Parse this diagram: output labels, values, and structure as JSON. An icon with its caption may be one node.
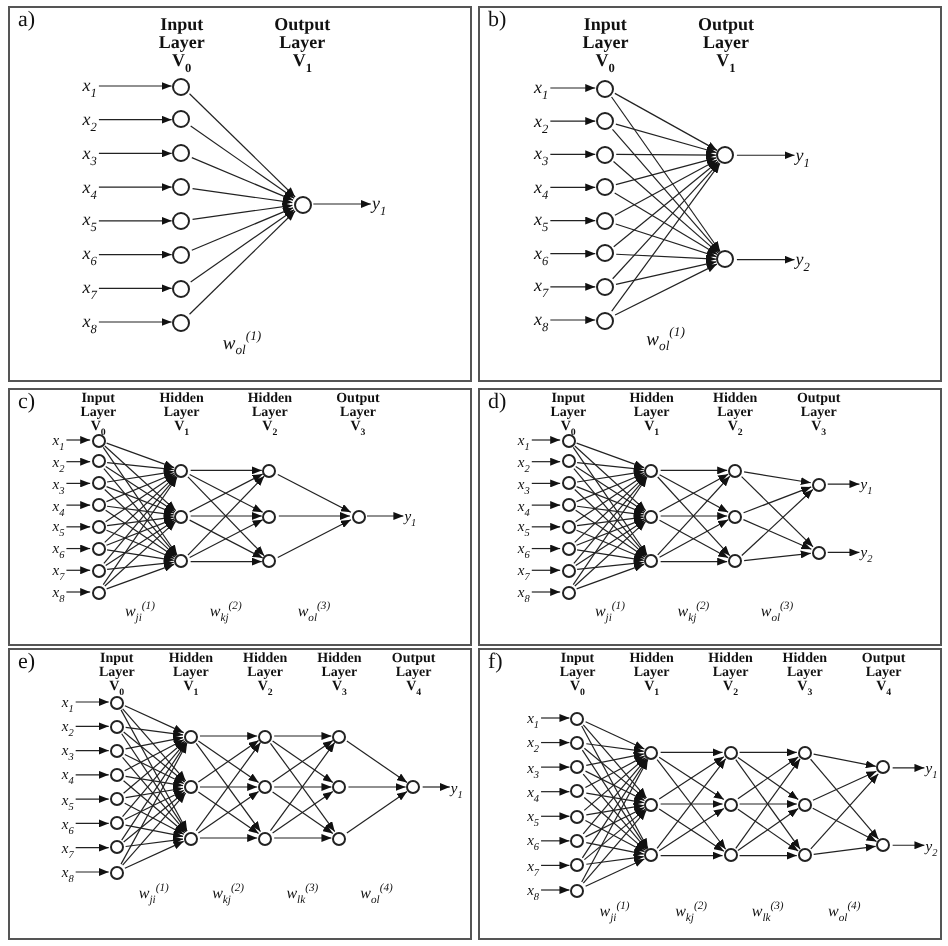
{
  "diagram": {
    "nodes": [
      {
        "text": [
          "a)"
        ]
      },
      {
        "text": [
          "x$_{1}$"
        ],
        "in": 0
      },
      {
        "text": [
          "x$_{2}$"
        ],
        "in": 0
      },
      {
        "text": [
          "x$_{3}$"
        ],
        "in": 0
      },
      {
        "text": [
          "x$_{4}$"
        ],
        "in": 0
      },
      {
        "text": [
          "x$_{5}$"
        ],
        "in": 0
      },
      {
        "text": [
          "x$_{6}$"
        ],
        "in": 0
      },
      {
        "text": [
          "x$_{7}$"
        ],
        "in": 0
      },
      {
        "text": [
          "x$_{8}$"
        ],
        "in": 0
      },
      {
        "text": [],
        "shape": "circle",
        "in": 0
      },
      {
        "text": [],
        "shape": "circle",
        "in": 0
      },
      {
        "text": [],
        "shape": "circle",
        "in": 0
      },
      {
        "text": [],
        "shape": "circle",
        "in": 0
      },
      {
        "text": [],
        "shape": "circle",
        "in": 0
      },
      {
        "text": [],
        "shape": "circle",
        "in": 0
      },
      {
        "text": [],
        "shape": "circle",
        "in": 0
      },
      {
        "text": [],
        "shape": "circle",
        "in": 0
      },
      {
        "text": [],
        "shape": "circle",
        "in": 0
      },
      {
        "text": [
          "y$_{1}$"
        ],
        "in": 0
      },
      {
        "text": [
          "b)"
        ]
      },
      {
        "text": [
          "x$_{1}$"
        ],
        "in": 19
      },
      {
        "text": [
          "x$_{2}$"
        ],
        "in": 19
      },
      {
        "text": [
          "x$_{3}$"
        ],
        "in": 19
      },
      {
        "text": [
          "x$_{4}$"
        ],
        "in": 19
      },
      {
        "text": [
          "x$_{5}$"
        ],
        "in": 19
      },
      {
        "text": [
          "x$_{6}$"
        ],
        "in": 19
      },
      {
        "text": [
          "x$_{7}$"
        ],
        "in": 19
      },
      {
        "text": [
          "x$_{8}$"
        ],
        "in": 19
      },
      {
        "text": [],
        "shape": "circle",
        "in": 19
      },
      {
        "text": [],
        "shape": "circle",
        "in": 19
      },
      {
        "text": [],
        "shape": "circle",
        "in": 19
      },
      {
        "text": [],
        "shape": "circle",
        "in": 19
      },
      {
        "text": [],
        "shape": "circle",
        "in": 19
      },
      {
        "text": [],
        "shape": "circle",
        "in": 19
      },
      {
        "text": [],
        "shape": "circle",
        "in": 19
      },
      {
        "text": [],
        "shape": "circle",
        "in": 19
      },
      {
        "text": [],
        "shape": "circle",
        "in": 19
      },
      {
        "text": [],
        "shape": "circle",
        "in": 19
      },
      {
        "text": [
          "y$_{1}$"
        ],
        "in": 19
      },
      {
        "text": [
          "y$_{2}$"
        ],
        "in": 19
      },
      {
        "text": [
          "c)"
        ]
      },
      {
        "text": [
          "x$_{1}$"
        ],
        "in": 40
      },
      {
        "text": [
          "x$_{2}$"
        ],
        "in": 40
      },
      {
        "text": [
          "x$_{3}$"
        ],
        "in": 40
      },
      {
        "text": [
          "x$_{4}$"
        ],
        "in": 40
      },
      {
        "text": [
          "x$_{5}$"
        ],
        "in": 40
      },
      {
        "text": [
          "x$_{6}$"
        ],
        "in": 40
      },
      {
        "text": [
          "x$_{7}$"
        ],
        "in": 40
      },
      {
        "text": [
          "x$_{8}$"
        ],
        "in": 40
      },
      {
        "text": [],
        "shape": "circle",
        "in": 40
      },
      {
        "text": [],
        "shape": "circle",
        "in": 40
      },
      {
        "text": [],
        "shape": "circle",
        "in": 40
      },
      {
        "text": [],
        "shape": "circle",
        "in": 40
      },
      {
        "text": [],
        "shape": "circle",
        "in": 40
      },
      {
        "text": [],
        "shape": "circle",
        "in": 40
      },
      {
        "text": [],
        "shape": "circle",
        "in": 40
      },
      {
        "text": [],
        "shape": "circle",
        "in": 40
      },
      {
        "text": [],
        "shape": "circle",
        "in": 40
      },
      {
        "text": [],
        "shape": "circle",
        "in": 40
      },
      {
        "text": [],
        "shape": "circle",
        "in": 40
      },
      {
        "text": [],
        "shape": "circle",
        "in": 40
      },
      {
        "text": [],
        "shape": "circle",
        "in": 40
      },
      {
        "text": [],
        "shape": "circle",
        "in": 40
      },
      {
        "text": [],
        "shape": "circle",
        "in": 40
      },
      {
        "text": [
          "y$_{1}$"
        ],
        "in": 40
      },
      {
        "text": [
          "d)"
        ]
      },
      {
        "text": [
          "x$_{1}$"
        ],
        "in": 65
      },
      {
        "text": [
          "x$_{2}$"
        ],
        "in": 65
      },
      {
        "text": [
          "x$_{3}$"
        ],
        "in": 65
      },
      {
        "text": [
          "x$_{4}$"
        ],
        "in": 65
      },
      {
        "text": [
          "x$_{5}$"
        ],
        "in": 65
      },
      {
        "text": [
          "x$_{6}$"
        ],
        "in": 65
      },
      {
        "text": [
          "x$_{7}$"
        ],
        "in": 65
      },
      {
        "text": [
          "x$_{8}$"
        ],
        "in": 65
      },
      {
        "text": [],
        "shape": "circle",
        "in": 65
      },
      {
        "text": [],
        "shape": "circle",
        "in": 65
      },
      {
        "text": [],
        "shape": "circle",
        "in": 65
      },
      {
        "text": [],
        "shape": "circle",
        "in": 65
      },
      {
        "text": [],
        "shape": "circle",
        "in": 65
      },
      {
        "text": [],
        "shape": "circle",
        "in": 65
      },
      {
        "text": [],
        "shape": "circle",
        "in": 65
      },
      {
        "text": [],
        "shape": "circle",
        "in": 65
      },
      {
        "text": [],
        "shape": "circle",
        "in": 65
      },
      {
        "text": [],
        "shape": "circle",
        "in": 65
      },
      {
        "text": [],
        "shape": "circle",
        "in": 65
      },
      {
        "text": [],
        "shape": "circle",
        "in": 65
      },
      {
        "text": [],
        "shape": "circle",
        "in": 65
      },
      {
        "text": [],
        "shape": "circle",
        "in": 65
      },
      {
        "text": [],
        "shape": "circle",
        "in": 65
      },
      {
        "text": [],
        "shape": "circle",
        "in": 65
      },
      {
        "text": [
          "y$_{1}$"
        ],
        "in": 65
      },
      {
        "text": [
          "y$_{2}$"
        ],
        "in": 65
      },
      {
        "text": [
          "e)"
        ]
      },
      {
        "text": [
          "x$_{1}$"
        ],
        "in": 92
      },
      {
        "text": [
          "x$_{2}$"
        ],
        "in": 92
      },
      {
        "text": [
          "x$_{3}$"
        ],
        "in": 92
      },
      {
        "text": [
          "x$_{4}$"
        ],
        "in": 92
      },
      {
        "text": [
          "x$_{5}$"
        ],
        "in": 92
      },
      {
        "text": [
          "x$_{6}$"
        ],
        "in": 92
      },
      {
        "text": [
          "x$_{7}$"
        ],
        "in": 92
      },
      {
        "text": [
          "x$_{8}$"
        ],
        "in": 92
      },
      {
        "text": [],
        "shape": "circle",
        "in": 92
      },
      {
        "text": [],
        "shape": "circle",
        "in": 92
      },
      {
        "text": [],
        "shape": "circle",
        "in": 92
      },
      {
        "text": [],
        "shape": "circle",
        "in": 92
      },
      {
        "text": [],
        "shape": "circle",
        "in": 92
      },
      {
        "text": [],
        "shape": "circle",
        "in": 92
      },
      {
        "text": [],
        "shape": "circle",
        "in": 92
      },
      {
        "text": [],
        "shape": "circle",
        "in": 92
      },
      {
        "text": [],
        "shape": "circle",
        "in": 92
      },
      {
        "text": [],
        "shape": "circle",
        "in": 92
      },
      {
        "text": [],
        "shape": "circle",
        "in": 92
      },
      {
        "text": [],
        "shape": "circle",
        "in": 92
      },
      {
        "text": [],
        "shape": "circle",
        "in": 92
      },
      {
        "text": [],
        "shape": "circle",
        "in": 92
      },
      {
        "text": [],
        "shape": "circle",
        "in": 92
      },
      {
        "text": [],
        "shape": "circle",
        "in": 92
      },
      {
        "text": [],
        "shape": "circle",
        "in": 92
      },
      {
        "text": [],
        "shape": "circle",
        "in": 92
      },
      {
        "text": [
          "y$_{1}$"
        ],
        "in": 92
      },
      {
        "text": [
          "f)"
        ]
      },
      {
        "text": [
          "x$_{1}$"
        ],
        "in": 120
      },
      {
        "text": [
          "x$_{2}$"
        ],
        "in": 120
      },
      {
        "text": [
          "x$_{3}$"
        ],
        "in": 120
      },
      {
        "text": [
          "x$_{4}$"
        ],
        "in": 120
      },
      {
        "text": [
          "x$_{5}$"
        ],
        "in": 120
      },
      {
        "text": [
          "x$_{6}$"
        ],
        "in": 120
      },
      {
        "text": [
          "x$_{7}$"
        ],
        "in": 120
      },
      {
        "text": [
          "x$_{8}$"
        ],
        "in": 120
      },
      {
        "text": [],
        "shape": "circle",
        "in": 120
      },
      {
        "text": [],
        "shape": "circle",
        "in": 120
      },
      {
        "text": [],
        "shape": "circle",
        "in": 120
      },
      {
        "text": [],
        "shape": "circle",
        "in": 120
      },
      {
        "text": [],
        "shape": "circle",
        "in": 120
      },
      {
        "text": [],
        "shape": "circle",
        "in": 120
      },
      {
        "text": [],
        "shape": "circle",
        "in": 120
      },
      {
        "text": [],
        "shape": "circle",
        "in": 120
      },
      {
        "text": [],
        "shape": "circle",
        "in": 120
      },
      {
        "text": [],
        "shape": "circle",
        "in": 120
      },
      {
        "text": [],
        "shape": "circle",
        "in": 120
      },
      {
        "text": [],
        "shape": "circle",
        "in": 120
      },
      {
        "text": [],
        "shape": "circle",
        "in": 120
      },
      {
        "text": [],
        "shape": "circle",
        "in": 120
      },
      {
        "text": [],
        "shape": "circle",
        "in": 120
      },
      {
        "text": [],
        "shape": "circle",
        "in": 120
      },
      {
        "text": [],
        "shape": "circle",
        "in": 120
      },
      {
        "text": [],
        "shape": "circle",
        "in": 120
      },
      {
        "text": [],
        "shape": "circle",
        "in": 120
      },
      {
        "text": [
          "y$_{1}$"
        ],
        "in": 120
      },
      {
        "text": [
          "y$_{2}$"
        ],
        "in": 120
      }
    ],
    "edges": [
      {
        "from": 1,
        "to": 9,
        "arrow": "to"
      },
      {
        "from": 2,
        "to": 10,
        "arrow": "to"
      },
      {
        "from": 3,
        "to": 11,
        "arrow": "to"
      },
      {
        "from": 4,
        "to": 12,
        "arrow": "to"
      },
      {
        "from": 5,
        "to": 13,
        "arrow": "to"
      },
      {
        "from": 6,
        "to": 14,
        "arrow": "to"
      },
      {
        "from": 7,
        "to": 15,
        "arrow": "to"
      },
      {
        "from": 8,
        "to": 16,
        "arrow": "to"
      },
      {
        "from": 9,
        "to": 17,
        "arrow": "to"
      },
      {
        "from": 10,
        "to": 17,
        "arrow": "to"
      },
      {
        "from": 11,
        "to": 17,
        "arrow": "to"
      },
      {
        "from": 12,
        "to": 17,
        "arrow": "to"
      },
      {
        "from": 13,
        "to": 17,
        "arrow": "to"
      },
      {
        "from": 14,
        "to": 17,
        "arrow": "to"
      },
      {
        "from": 15,
        "to": 17,
        "arrow": "to"
      },
      {
        "from": 16,
        "to": 17,
        "arrow": "to"
      },
      {
        "from": 17,
        "to": 18,
        "arrow": "to"
      },
      {
        "from": 20,
        "to": 28,
        "arrow": "to"
      },
      {
        "from": 21,
        "to": 29,
        "arrow": "to"
      },
      {
        "from": 22,
        "to": 30,
        "arrow": "to"
      },
      {
        "from": 23,
        "to": 31,
        "arrow": "to"
      },
      {
        "from": 24,
        "to": 32,
        "arrow": "to"
      },
      {
        "from": 25,
        "to": 33,
        "arrow": "to"
      },
      {
        "from": 26,
        "to": 34,
        "arrow": "to"
      },
      {
        "from": 27,
        "to": 35,
        "arrow": "to"
      },
      {
        "from": 28,
        "to": 36,
        "arrow": "to"
      },
      {
        "from": 28,
        "to": 37,
        "arrow": "to"
      },
      {
        "from": 29,
        "to": 36,
        "arrow": "to"
      },
      {
        "from": 29,
        "to": 37,
        "arrow": "to"
      },
      {
        "from": 30,
        "to": 36,
        "arrow": "to"
      },
      {
        "from": 30,
        "to": 37,
        "arrow": "to"
      },
      {
        "from": 31,
        "to": 36,
        "arrow": "to"
      },
      {
        "from": 31,
        "to": 37,
        "arrow": "to"
      },
      {
        "from": 32,
        "to": 36,
        "arrow": "to"
      },
      {
        "from": 32,
        "to": 37,
        "arrow": "to"
      },
      {
        "from": 33,
        "to": 36,
        "arrow": "to"
      },
      {
        "from": 33,
        "to": 37,
        "arrow": "to"
      },
      {
        "from": 34,
        "to": 36,
        "arrow": "to"
      },
      {
        "from": 34,
        "to": 37,
        "arrow": "to"
      },
      {
        "from": 35,
        "to": 36,
        "arrow": "to"
      },
      {
        "from": 35,
        "to": 37,
        "arrow": "to"
      },
      {
        "from": 36,
        "to": 38,
        "arrow": "to"
      },
      {
        "from": 37,
        "to": 39,
        "arrow": "to"
      },
      {
        "from": 41,
        "to": 49,
        "arrow": "to"
      },
      {
        "from": 42,
        "to": 50,
        "arrow": "to"
      },
      {
        "from": 43,
        "to": 51,
        "arrow": "to"
      },
      {
        "from": 44,
        "to": 52,
        "arrow": "to"
      },
      {
        "from": 45,
        "to": 53,
        "arrow": "to"
      },
      {
        "from": 46,
        "to": 54,
        "arrow": "to"
      },
      {
        "from": 47,
        "to": 55,
        "arrow": "to"
      },
      {
        "from": 48,
        "to": 56,
        "arrow": "to"
      },
      {
        "from": 49,
        "to": 57,
        "arrow": "to"
      },
      {
        "from": 49,
        "to": 58,
        "arrow": "to"
      },
      {
        "from": 49,
        "to": 59,
        "arrow": "to"
      },
      {
        "from": 50,
        "to": 57,
        "arrow": "to"
      },
      {
        "from": 50,
        "to": 58,
        "arrow": "to"
      },
      {
        "from": 50,
        "to": 59,
        "arrow": "to"
      },
      {
        "from": 51,
        "to": 57,
        "arrow": "to"
      },
      {
        "from": 51,
        "to": 58,
        "arrow": "to"
      },
      {
        "from": 51,
        "to": 59,
        "arrow": "to"
      },
      {
        "from": 52,
        "to": 57,
        "arrow": "to"
      },
      {
        "from": 52,
        "to": 58,
        "arrow": "to"
      },
      {
        "from": 52,
        "to": 59,
        "arrow": "to"
      },
      {
        "from": 53,
        "to": 57,
        "arrow": "to"
      },
      {
        "from": 53,
        "to": 58,
        "arrow": "to"
      },
      {
        "from": 53,
        "to": 59,
        "arrow": "to"
      },
      {
        "from": 54,
        "to": 57,
        "arrow": "to"
      },
      {
        "from": 54,
        "to": 58,
        "arrow": "to"
      },
      {
        "from": 54,
        "to": 59,
        "arrow": "to"
      },
      {
        "from": 55,
        "to": 57,
        "arrow": "to"
      },
      {
        "from": 55,
        "to": 58,
        "arrow": "to"
      },
      {
        "from": 55,
        "to": 59,
        "arrow": "to"
      },
      {
        "from": 56,
        "to": 57,
        "arrow": "to"
      },
      {
        "from": 56,
        "to": 58,
        "arrow": "to"
      },
      {
        "from": 56,
        "to": 59,
        "arrow": "to"
      },
      {
        "from": 57,
        "to": 60,
        "arrow": "to"
      },
      {
        "from": 57,
        "to": 61,
        "arrow": "to"
      },
      {
        "from": 57,
        "to": 62,
        "arrow": "to"
      },
      {
        "from": 58,
        "to": 60,
        "arrow": "to"
      },
      {
        "from": 58,
        "to": 61,
        "arrow": "to"
      },
      {
        "from": 58,
        "to": 62,
        "arrow": "to"
      },
      {
        "from": 59,
        "to": 60,
        "arrow": "to"
      },
      {
        "from": 59,
        "to": 61,
        "arrow": "to"
      },
      {
        "from": 59,
        "to": 62,
        "arrow": "to"
      },
      {
        "from": 60,
        "to": 63,
        "arrow": "to"
      },
      {
        "from": 61,
        "to": 63,
        "arrow": "to"
      },
      {
        "from": 62,
        "to": 63,
        "arrow": "to"
      },
      {
        "from": 63,
        "to": 64,
        "arrow": "to"
      },
      {
        "from": 66,
        "to": 74,
        "arrow": "to"
      },
      {
        "from": 67,
        "to": 75,
        "arrow": "to"
      },
      {
        "from": 68,
        "to": 76,
        "arrow": "to"
      },
      {
        "from": 69,
        "to": 77,
        "arrow": "to"
      },
      {
        "from": 70,
        "to": 78,
        "arrow": "to"
      },
      {
        "from": 71,
        "to": 79,
        "arrow": "to"
      },
      {
        "from": 72,
        "to": 80,
        "arrow": "to"
      },
      {
        "from": 73,
        "to": 81,
        "arrow": "to"
      },
      {
        "from": 74,
        "to": 82,
        "arrow": "to"
      },
      {
        "from": 74,
        "to": 83,
        "arrow": "to"
      },
      {
        "from": 74,
        "to": 84,
        "arrow": "to"
      },
      {
        "from": 75,
        "to": 82,
        "arrow": "to"
      },
      {
        "from": 75,
        "to": 83,
        "arrow": "to"
      },
      {
        "from": 75,
        "to": 84,
        "arrow": "to"
      },
      {
        "from": 76,
        "to": 82,
        "arrow": "to"
      },
      {
        "from": 76,
        "to": 83,
        "arrow": "to"
      },
      {
        "from": 76,
        "to": 84,
        "arrow": "to"
      },
      {
        "from": 77,
        "to": 82,
        "arrow": "to"
      },
      {
        "from": 77,
        "to": 83,
        "arrow": "to"
      },
      {
        "from": 77,
        "to": 84,
        "arrow": "to"
      },
      {
        "from": 78,
        "to": 82,
        "arrow": "to"
      },
      {
        "from": 78,
        "to": 83,
        "arrow": "to"
      },
      {
        "from": 78,
        "to": 84,
        "arrow": "to"
      },
      {
        "from": 79,
        "to": 82,
        "arrow": "to"
      },
      {
        "from": 79,
        "to": 83,
        "arrow": "to"
      },
      {
        "from": 79,
        "to": 84,
        "arrow": "to"
      },
      {
        "from": 80,
        "to": 82,
        "arrow": "to"
      },
      {
        "from": 80,
        "to": 83,
        "arrow": "to"
      },
      {
        "from": 80,
        "to": 84,
        "arrow": "to"
      },
      {
        "from": 81,
        "to": 82,
        "arrow": "to"
      },
      {
        "from": 81,
        "to": 83,
        "arrow": "to"
      },
      {
        "from": 81,
        "to": 84,
        "arrow": "to"
      },
      {
        "from": 82,
        "to": 85,
        "arrow": "to"
      },
      {
        "from": 82,
        "to": 86,
        "arrow": "to"
      },
      {
        "from": 82,
        "to": 87,
        "arrow": "to"
      },
      {
        "from": 83,
        "to": 85,
        "arrow": "to"
      },
      {
        "from": 83,
        "to": 86,
        "arrow": "to"
      },
      {
        "from": 83,
        "to": 87,
        "arrow": "to"
      },
      {
        "from": 84,
        "to": 85,
        "arrow": "to"
      },
      {
        "from": 84,
        "to": 86,
        "arrow": "to"
      },
      {
        "from": 84,
        "to": 87,
        "arrow": "to"
      },
      {
        "from": 85,
        "to": 88,
        "arrow": "to"
      },
      {
        "from": 85,
        "to": 89,
        "arrow": "to"
      },
      {
        "from": 86,
        "to": 88,
        "arrow": "to"
      },
      {
        "from": 86,
        "to": 89,
        "arrow": "to"
      },
      {
        "from": 87,
        "to": 88,
        "arrow": "to"
      },
      {
        "from": 87,
        "to": 89,
        "arrow": "to"
      },
      {
        "from": 88,
        "to": 90,
        "arrow": "to"
      },
      {
        "from": 89,
        "to": 91,
        "arrow": "to"
      },
      {
        "from": 93,
        "to": 101,
        "arrow": "to"
      },
      {
        "from": 94,
        "to": 102,
        "arrow": "to"
      },
      {
        "from": 95,
        "to": 103,
        "arrow": "to"
      },
      {
        "from": 96,
        "to": 104,
        "arrow": "to"
      },
      {
        "from": 97,
        "to": 105,
        "arrow": "to"
      },
      {
        "from": 98,
        "to": 106,
        "arrow": "to"
      },
      {
        "from": 99,
        "to": 107,
        "arrow": "to"
      },
      {
        "from": 100,
        "to": 108,
        "arrow": "to"
      },
      {
        "from": 101,
        "to": 109,
        "arrow": "to"
      },
      {
        "from": 101,
        "to": 110,
        "arrow": "to"
      },
      {
        "from": 101,
        "to": 111,
        "arrow": "to"
      },
      {
        "from": 102,
        "to": 109,
        "arrow": "to"
      },
      {
        "from": 102,
        "to": 110,
        "arrow": "to"
      },
      {
        "from": 102,
        "to": 111,
        "arrow": "to"
      },
      {
        "from": 103,
        "to": 109,
        "arrow": "to"
      },
      {
        "from": 103,
        "to": 110,
        "arrow": "to"
      },
      {
        "from": 103,
        "to": 111,
        "arrow": "to"
      },
      {
        "from": 104,
        "to": 109,
        "arrow": "to"
      },
      {
        "from": 104,
        "to": 110,
        "arrow": "to"
      },
      {
        "from": 104,
        "to": 111,
        "arrow": "to"
      },
      {
        "from": 105,
        "to": 109,
        "arrow": "to"
      },
      {
        "from": 105,
        "to": 110,
        "arrow": "to"
      },
      {
        "from": 105,
        "to": 111,
        "arrow": "to"
      },
      {
        "from": 106,
        "to": 109,
        "arrow": "to"
      },
      {
        "from": 106,
        "to": 110,
        "arrow": "to"
      },
      {
        "from": 106,
        "to": 111,
        "arrow": "to"
      },
      {
        "from": 107,
        "to": 109,
        "arrow": "to"
      },
      {
        "from": 107,
        "to": 110,
        "arrow": "to"
      },
      {
        "from": 107,
        "to": 111,
        "arrow": "to"
      },
      {
        "from": 108,
        "to": 109,
        "arrow": "to"
      },
      {
        "from": 108,
        "to": 110,
        "arrow": "to"
      },
      {
        "from": 108,
        "to": 111,
        "arrow": "to"
      },
      {
        "from": 109,
        "to": 112,
        "arrow": "to"
      },
      {
        "from": 109,
        "to": 113,
        "arrow": "to"
      },
      {
        "from": 109,
        "to": 114,
        "arrow": "to"
      },
      {
        "from": 110,
        "to": 112,
        "arrow": "to"
      },
      {
        "from": 110,
        "to": 113,
        "arrow": "to"
      },
      {
        "from": 110,
        "to": 114,
        "arrow": "to"
      },
      {
        "from": 111,
        "to": 112,
        "arrow": "to"
      },
      {
        "from": 111,
        "to": 113,
        "arrow": "to"
      },
      {
        "from": 111,
        "to": 114,
        "arrow": "to"
      },
      {
        "from": 112,
        "to": 115,
        "arrow": "to"
      },
      {
        "from": 112,
        "to": 116,
        "arrow": "to"
      },
      {
        "from": 112,
        "to": 117,
        "arrow": "to"
      },
      {
        "from": 113,
        "to": 115,
        "arrow": "to"
      },
      {
        "from": 113,
        "to": 116,
        "arrow": "to"
      },
      {
        "from": 113,
        "to": 117,
        "arrow": "to"
      },
      {
        "from": 114,
        "to": 115,
        "arrow": "to"
      },
      {
        "from": 114,
        "to": 116,
        "arrow": "to"
      },
      {
        "from": 114,
        "to": 117,
        "arrow": "to"
      },
      {
        "from": 115,
        "to": 118,
        "arrow": "to"
      },
      {
        "from": 116,
        "to": 118,
        "arrow": "to"
      },
      {
        "from": 117,
        "to": 118,
        "arrow": "to"
      },
      {
        "from": 118,
        "to": 119,
        "arrow": "to"
      },
      {
        "from": 121,
        "to": 129,
        "arrow": "to"
      },
      {
        "from": 122,
        "to": 130,
        "arrow": "to"
      },
      {
        "from": 123,
        "to": 131,
        "arrow": "to"
      },
      {
        "from": 124,
        "to": 132,
        "arrow": "to"
      },
      {
        "from": 125,
        "to": 133,
        "arrow": "to"
      },
      {
        "from": 126,
        "to": 134,
        "arrow": "to"
      },
      {
        "from": 127,
        "to": 135,
        "arrow": "to"
      },
      {
        "from": 128,
        "to": 136,
        "arrow": "to"
      },
      {
        "from": 129,
        "to": 137,
        "arrow": "to"
      },
      {
        "from": 129,
        "to": 138,
        "arrow": "to"
      },
      {
        "from": 129,
        "to": 139,
        "arrow": "to"
      },
      {
        "from": 130,
        "to": 137,
        "arrow": "to"
      },
      {
        "from": 130,
        "to": 138,
        "arrow": "to"
      },
      {
        "from": 130,
        "to": 139,
        "arrow": "to"
      },
      {
        "from": 131,
        "to": 137,
        "arrow": "to"
      },
      {
        "from": 131,
        "to": 138,
        "arrow": "to"
      },
      {
        "from": 131,
        "to": 139,
        "arrow": "to"
      },
      {
        "from": 132,
        "to": 137,
        "arrow": "to"
      },
      {
        "from": 132,
        "to": 138,
        "arrow": "to"
      },
      {
        "from": 132,
        "to": 139,
        "arrow": "to"
      },
      {
        "from": 133,
        "to": 137,
        "arrow": "to"
      },
      {
        "from": 133,
        "to": 138,
        "arrow": "to"
      },
      {
        "from": 133,
        "to": 139,
        "arrow": "to"
      },
      {
        "from": 134,
        "to": 137,
        "arrow": "to"
      },
      {
        "from": 134,
        "to": 138,
        "arrow": "to"
      },
      {
        "from": 134,
        "to": 139,
        "arrow": "to"
      },
      {
        "from": 135,
        "to": 137,
        "arrow": "to"
      },
      {
        "from": 135,
        "to": 138,
        "arrow": "to"
      },
      {
        "from": 135,
        "to": 139,
        "arrow": "to"
      },
      {
        "from": 136,
        "to": 137,
        "arrow": "to"
      },
      {
        "from": 136,
        "to": 138,
        "arrow": "to"
      },
      {
        "from": 136,
        "to": 139,
        "arrow": "to"
      },
      {
        "from": 137,
        "to": 140,
        "arrow": "to"
      },
      {
        "from": 137,
        "to": 141,
        "arrow": "to"
      },
      {
        "from": 137,
        "to": 142,
        "arrow": "to"
      },
      {
        "from": 138,
        "to": 140,
        "arrow": "to"
      },
      {
        "from": 138,
        "to": 141,
        "arrow": "to"
      },
      {
        "from": 138,
        "to": 142,
        "arrow": "to"
      },
      {
        "from": 139,
        "to": 140,
        "arrow": "to"
      },
      {
        "from": 139,
        "to": 141,
        "arrow": "to"
      },
      {
        "from": 139,
        "to": 142,
        "arrow": "to"
      },
      {
        "from": 140,
        "to": 143,
        "arrow": "to"
      },
      {
        "from": 140,
        "to": 144,
        "arrow": "to"
      },
      {
        "from": 140,
        "to": 145,
        "arrow": "to"
      },
      {
        "from": 141,
        "to": 143,
        "arrow": "to"
      },
      {
        "from": 141,
        "to": 144,
        "arrow": "to"
      },
      {
        "from": 141,
        "to": 145,
        "arrow": "to"
      },
      {
        "from": 142,
        "to": 143,
        "arrow": "to"
      },
      {
        "from": 142,
        "to": 144,
        "arrow": "to"
      },
      {
        "from": 142,
        "to": 145,
        "arrow": "to"
      },
      {
        "from": 143,
        "to": 146,
        "arrow": "to"
      },
      {
        "from": 143,
        "to": 147,
        "arrow": "to"
      },
      {
        "from": 144,
        "to": 146,
        "arrow": "to"
      },
      {
        "from": 144,
        "to": 147,
        "arrow": "to"
      },
      {
        "from": 145,
        "to": 146,
        "arrow": "to"
      },
      {
        "from": 145,
        "to": 147,
        "arrow": "to"
      },
      {
        "from": 146,
        "to": 148,
        "arrow": "to"
      },
      {
        "from": 147,
        "to": 149,
        "arrow": "to"
      }
    ],
    "labels": [
      "Input Layer V$_{0}$",
      "Output Layer V$_{1}$",
      "w$_{ol}$$^{(1)}$",
      "Input Layer V$_{0}$",
      "Output Layer V$_{1}$",
      "w$_{ol}$$^{(1)}$",
      "Input Layer V$_{0}$",
      "Hidden Layer V$_{1}$",
      "Hidden Layer V$_{2}$",
      "Output Layer V$_{3}$",
      "w$_{ji}$$^{(1)}$",
      "w$_{kj}$$^{(2)}$",
      "w$_{ol}$$^{(3)}$",
      "Input Layer V$_{0}$",
      "Hidden Layer V$_{1}$",
      "Hidden Layer V$_{2}$",
      "Output Layer V$_{3}$",
      "w$_{ji}$$^{(1)}$",
      "w$_{kj}$$^{(2)}$",
      "w$_{ol}$$^{(3)}$",
      "Input Layer V$_{0}$",
      "Hidden Layer V$_{1}$",
      "Hidden Layer V$_{2}$",
      "Hidden Layer V$_{3}$",
      "Output Layer V$_{4}$",
      "w$_{ji}$$^{(1)}$",
      "w$_{kj}$$^{(2)}$",
      "w$_{lk}$$^{(3)}$",
      "w$_{ol}$$^{(4)}$",
      "Input Layer V$_{0}$",
      "Hidden Layer V$_{1}$",
      "Hidden Layer V$_{2}$",
      "Hidden Layer V$_{3}$",
      "Output Layer V$_{4}$",
      "w$_{ji}$$^{(1)}$",
      "w$_{kj}$$^{(2)}$",
      "w$_{lk}$$^{(3)}$",
      "w$_{ol}$$^{(4)}$"
    ]
  }
}
